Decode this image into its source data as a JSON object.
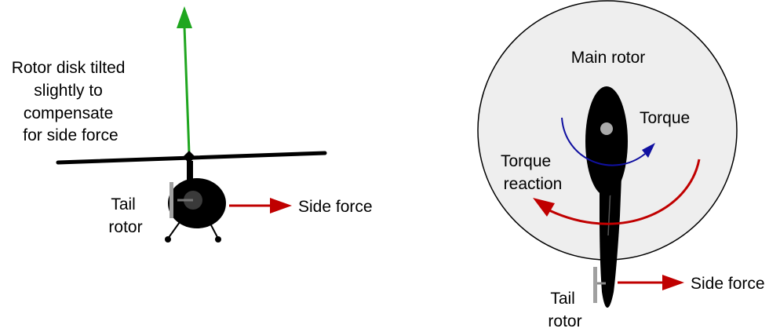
{
  "left_view": {
    "caption_lines": [
      "Rotor disk tilted",
      "slightly to",
      "compensate",
      "for side force"
    ],
    "tail_rotor_lines": [
      "Tail",
      "rotor"
    ],
    "side_force": "Side force"
  },
  "right_view": {
    "main_rotor": "Main rotor",
    "torque": "Torque",
    "torque_reaction_lines": [
      "Torque",
      "reaction"
    ],
    "tail_rotor_lines": [
      "Tail",
      "rotor"
    ],
    "side_force": "Side force"
  },
  "colors": {
    "lift_arrow": "#1fa61f",
    "force_arrow": "#c00000",
    "torque_arrow": "#1010a0",
    "rotor_disk": "#eeeeee",
    "body": "#000000",
    "tail_rotor": "#a0a0a0"
  }
}
